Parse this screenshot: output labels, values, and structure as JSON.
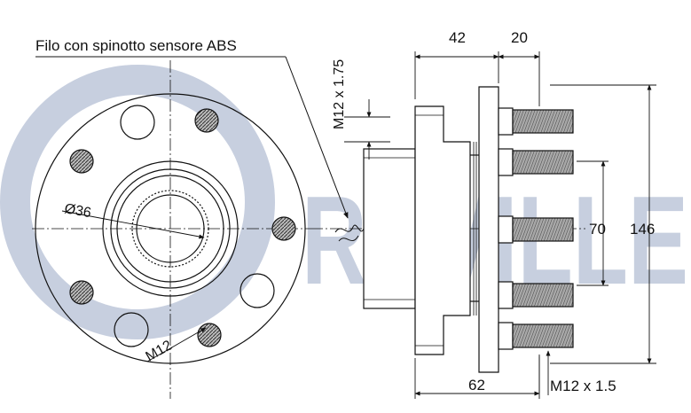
{
  "watermark": {
    "brand": "RUVILLE",
    "color": "#c7cfdf"
  },
  "labels": {
    "abs_sensor": "Filo con spinotto sensore ABS",
    "thread_top": "M12 x 1.75",
    "bore_diameter": "Ø36",
    "bolt_thread": "M12",
    "dim_42": "42",
    "dim_20": "20",
    "dim_70": "70",
    "dim_146": "146",
    "dim_62": "62",
    "stud_thread": "M12 x 1.5"
  },
  "colors": {
    "line": "#111111",
    "hatch_fill": "#9a9a9a"
  }
}
